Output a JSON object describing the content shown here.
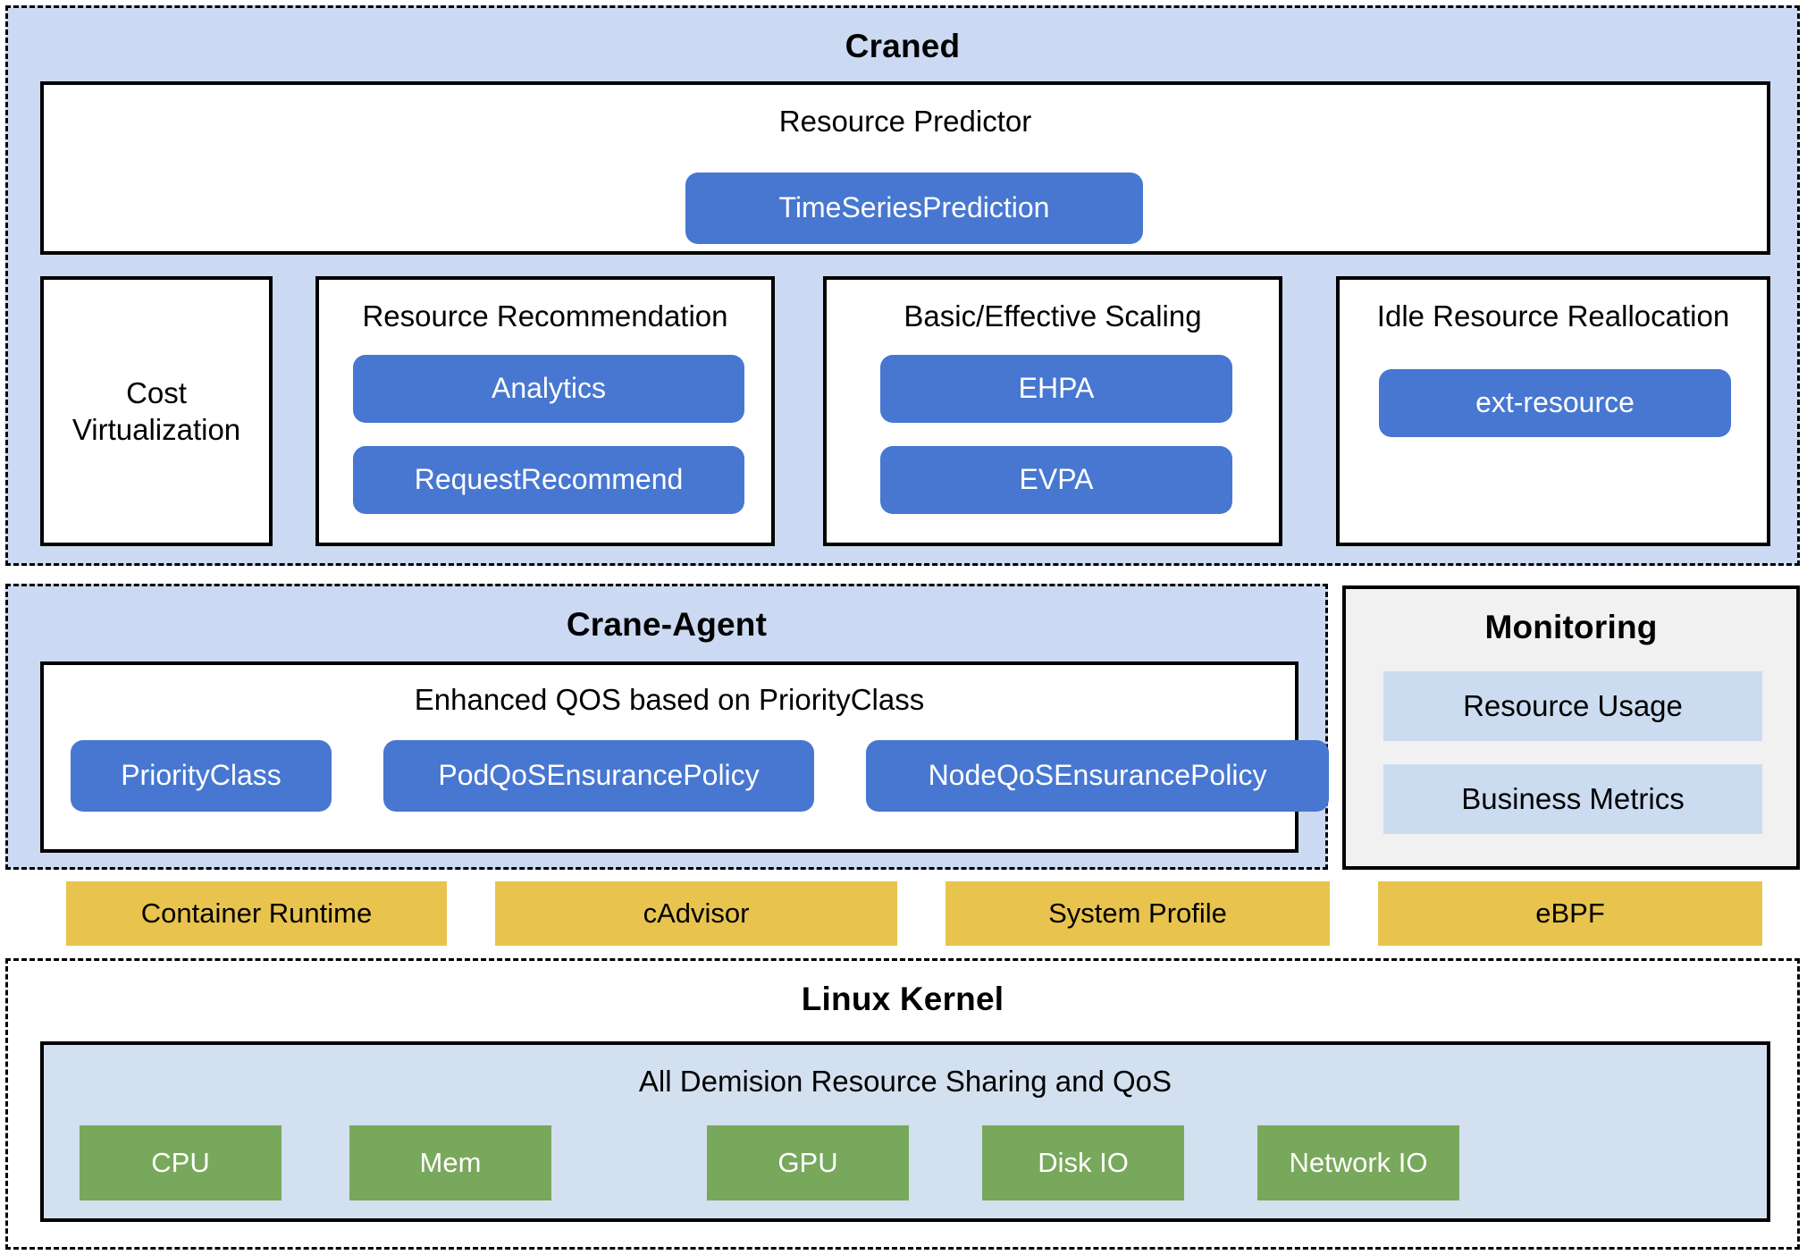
{
  "diagram": {
    "title": "Crane architecture layers",
    "colors": {
      "zone_fill": "#ccd9f2",
      "accent_blue": "#4777d0",
      "accent_yellow": "#e8c44f",
      "accent_green": "#78a85b",
      "monitoring_panel": "#f1f1f1",
      "monitoring_row": "#ccdcf0",
      "kernel_inner": "#d3e0ef"
    }
  },
  "craned": {
    "title": "Craned",
    "predictor": {
      "title": "Resource Predictor",
      "items": [
        {
          "label": "TimeSeriesPrediction"
        }
      ]
    },
    "cost": {
      "line1": "Cost",
      "line2": "Virtualization"
    },
    "panels": [
      {
        "title": "Resource Recommendation",
        "items": [
          {
            "label": "Analytics"
          },
          {
            "label": "RequestRecommend"
          }
        ]
      },
      {
        "title": "Basic/Effective Scaling",
        "items": [
          {
            "label": "EHPA"
          },
          {
            "label": "EVPA"
          }
        ]
      },
      {
        "title": "Idle Resource Reallocation",
        "items": [
          {
            "label": "ext-resource"
          }
        ]
      }
    ]
  },
  "crane_agent": {
    "title": "Crane-Agent",
    "qos": {
      "title": "Enhanced QOS based on PriorityClass",
      "items": [
        {
          "label": "PriorityClass"
        },
        {
          "label": "PodQoSEnsurancePolicy"
        },
        {
          "label": "NodeQoSEnsurancePolicy"
        }
      ]
    }
  },
  "monitoring": {
    "title": "Monitoring",
    "items": [
      {
        "label": "Resource Usage"
      },
      {
        "label": "Business Metrics"
      }
    ]
  },
  "middleware": {
    "items": [
      {
        "label": "Container Runtime"
      },
      {
        "label": "cAdvisor"
      },
      {
        "label": "System Profile"
      },
      {
        "label": "eBPF"
      }
    ]
  },
  "linux_kernel": {
    "title": "Linux Kernel",
    "inner_label": "All Demision Resource Sharing and QoS",
    "resources": [
      {
        "label": "CPU"
      },
      {
        "label": "Mem"
      },
      {
        "label": "GPU"
      },
      {
        "label": "Disk IO"
      },
      {
        "label": "Network IO"
      }
    ]
  }
}
